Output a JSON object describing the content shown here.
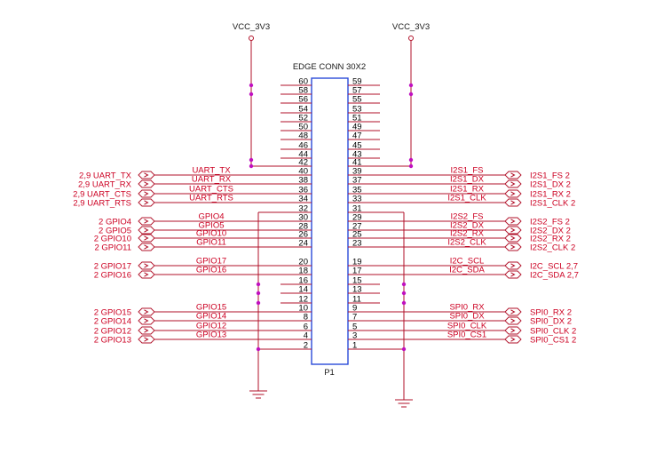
{
  "component": {
    "name": "EDGE CONN 30X2",
    "ref": "P1"
  },
  "power": {
    "left": "VCC_3V3",
    "right": "VCC_3V3"
  },
  "left_pins": [
    "60",
    "58",
    "56",
    "54",
    "52",
    "50",
    "48",
    "46",
    "44",
    "42",
    "40",
    "38",
    "36",
    "34",
    "32",
    "30",
    "28",
    "26",
    "24",
    "20",
    "18",
    "16",
    "14",
    "12",
    "10",
    "8",
    "6",
    "4",
    "2"
  ],
  "right_pins": [
    "59",
    "57",
    "55",
    "53",
    "51",
    "49",
    "47",
    "45",
    "43",
    "41",
    "39",
    "37",
    "35",
    "33",
    "31",
    "29",
    "27",
    "25",
    "23",
    "19",
    "17",
    "15",
    "13",
    "11",
    "9",
    "7",
    "5",
    "3",
    "1"
  ],
  "left_nets": [
    {
      "pin": "40",
      "wire": "UART_TX",
      "port": "2,9  UART_TX"
    },
    {
      "pin": "38",
      "wire": "UART_RX",
      "port": "2,9  UART_RX"
    },
    {
      "pin": "36",
      "wire": "UART_CTS",
      "port": "2,9  UART_CTS"
    },
    {
      "pin": "34",
      "wire": "UART_RTS",
      "port": "2,9  UART_RTS"
    },
    {
      "pin": "30",
      "wire": "GPIO4",
      "port": "2    GPIO4"
    },
    {
      "pin": "28",
      "wire": "GPIO5",
      "port": "2    GPIO5"
    },
    {
      "pin": "26",
      "wire": "GPIO10",
      "port": "2   GPIO10"
    },
    {
      "pin": "24",
      "wire": "GPIO11",
      "port": "2   GPIO11"
    },
    {
      "pin": "20",
      "wire": "GPIO17",
      "port": "2   GPIO17"
    },
    {
      "pin": "18",
      "wire": "GPIO16",
      "port": "2   GPIO16"
    },
    {
      "pin": "10",
      "wire": "GPIO15",
      "port": "2   GPIO15"
    },
    {
      "pin": "8",
      "wire": "GPIO14",
      "port": "2   GPIO14"
    },
    {
      "pin": "6",
      "wire": "GPIO12",
      "port": "2   GPIO12"
    },
    {
      "pin": "4",
      "wire": "GPIO13",
      "port": "2   GPIO13"
    }
  ],
  "right_nets": [
    {
      "pin": "39",
      "wire": "I2S1_FS",
      "port": "I2S1_FS  2"
    },
    {
      "pin": "37",
      "wire": "I2S1_DX",
      "port": "I2S1_DX  2"
    },
    {
      "pin": "35",
      "wire": "I2S1_RX",
      "port": "I2S1_RX  2"
    },
    {
      "pin": "33",
      "wire": "I2S1_CLK",
      "port": "I2S1_CLK  2"
    },
    {
      "pin": "29",
      "wire": "I2S2_FS",
      "port": "I2S2_FS  2"
    },
    {
      "pin": "27",
      "wire": "I2S2_DX",
      "port": "I2S2_DX  2"
    },
    {
      "pin": "25",
      "wire": "I2S2_RX",
      "port": "I2S2_RX  2"
    },
    {
      "pin": "23",
      "wire": "I2S2_CLK",
      "port": "I2S2_CLK  2"
    },
    {
      "pin": "19",
      "wire": "I2C_SCL",
      "port": "I2C_SCL  2,7"
    },
    {
      "pin": "17",
      "wire": "I2C_SDA",
      "port": "I2C_SDA  2,7"
    },
    {
      "pin": "9",
      "wire": "SPI0_RX",
      "port": "SPI0_RX  2"
    },
    {
      "pin": "7",
      "wire": "SPI0_DX",
      "port": "SPI0_DX  2"
    },
    {
      "pin": "5",
      "wire": "SPI0_CLK",
      "port": "SPI0_CLK  2"
    },
    {
      "pin": "3",
      "wire": "SPI0_CS1",
      "port": "SPI0_CS1  2"
    }
  ],
  "colors": {
    "wire": "#b01028",
    "text": "#cc0022",
    "body": "#2a4bd8",
    "junction": "#c010c0"
  }
}
